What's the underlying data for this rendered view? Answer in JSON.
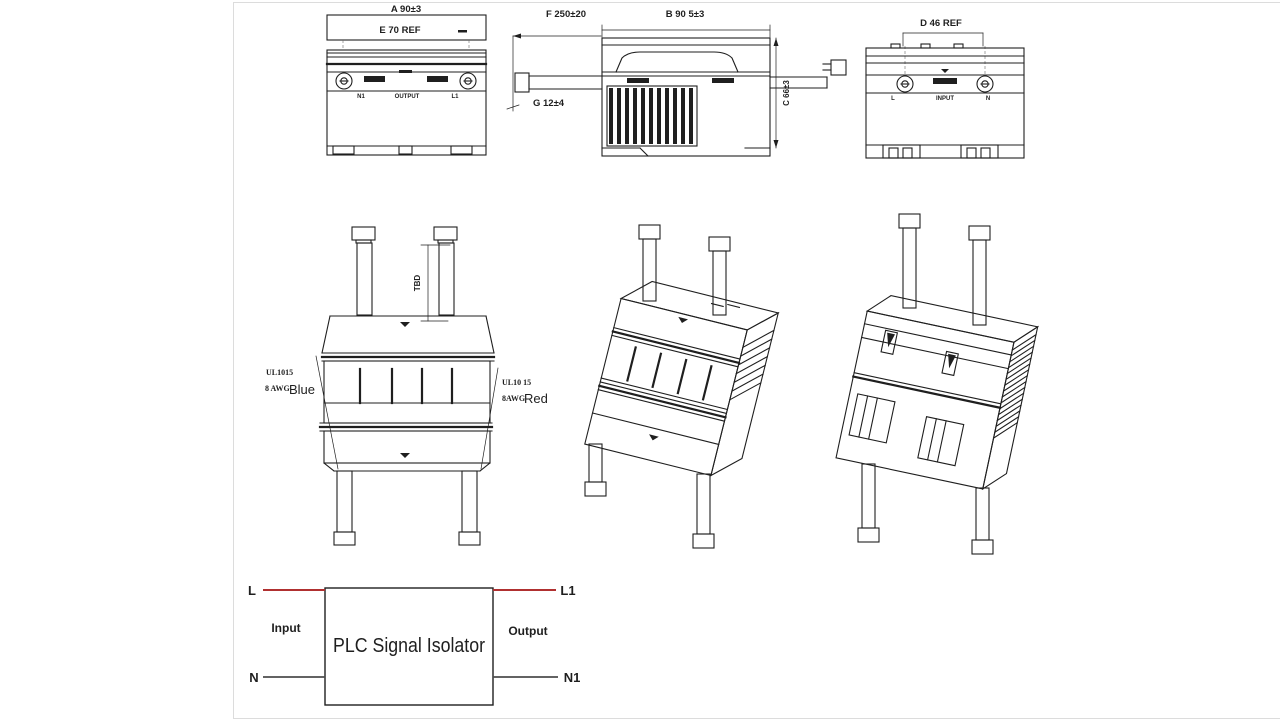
{
  "views": {
    "output_front": {
      "dim_width": "A 90±3",
      "dim_ref": "E 70 REF",
      "terminal_left": "N1",
      "terminal_center": "OUTPUT",
      "terminal_right": "L1"
    },
    "side": {
      "dim_cable": "F 250±20",
      "dim_depth": "B 90 5±3",
      "dim_height": "C 66±3",
      "dim_connector": "G 12±4"
    },
    "input_back": {
      "dim_screws": "D 46 REF",
      "terminal_left": "L",
      "terminal_center": "INPUT",
      "terminal_right": "N"
    },
    "wired_front": {
      "dim_wire_length": "TBD",
      "left_wire": {
        "spec": "UL1015",
        "gauge": "8 AWG",
        "color_label": "Blue"
      },
      "right_wire": {
        "spec": "UL10 15",
        "gauge": "8AWG",
        "color_label": "Red"
      }
    }
  },
  "block_diagram": {
    "title": "PLC Signal Isolator",
    "input_label": "Input",
    "output_label": "Output",
    "in_top": "L",
    "in_bottom": "N",
    "out_top": "L1",
    "out_bottom": "N1",
    "live_color": "#b03030",
    "neutral_color": "#4d4d4d"
  },
  "colors": {
    "ink": "#1f1f1f",
    "panel_border": "#dcdcdc"
  }
}
